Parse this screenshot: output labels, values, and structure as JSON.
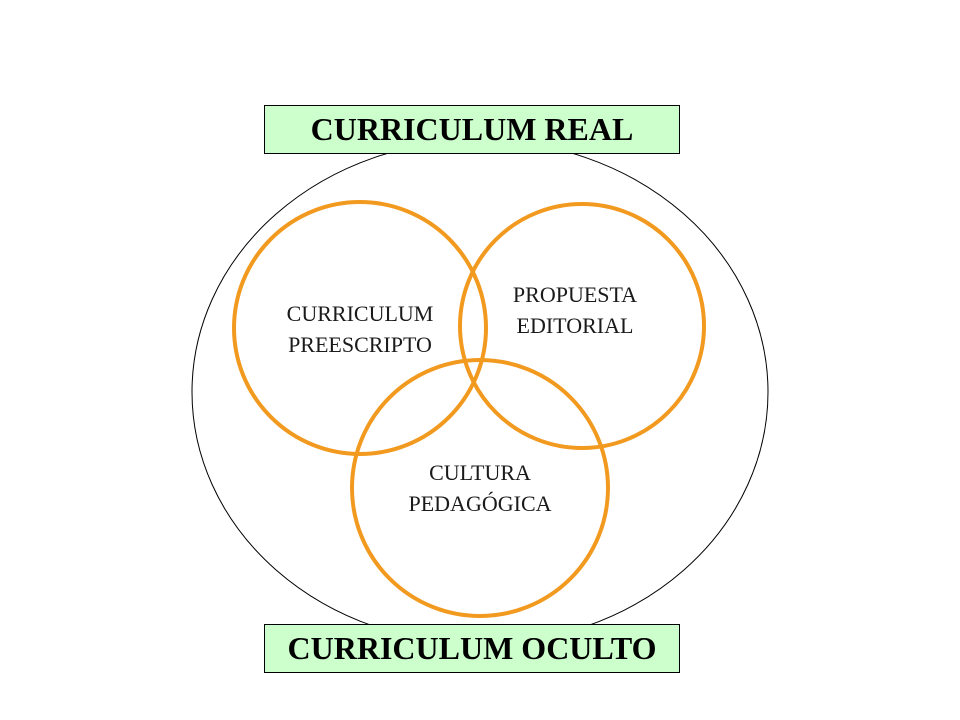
{
  "colors": {
    "ring": "#f29a1f",
    "outer": "#000000",
    "box_fill": "#ccffcc"
  },
  "boxes": {
    "top": "CURRICULUM REAL",
    "bottom": "CURRICULUM OCULTO"
  },
  "circles": {
    "left": {
      "line1": "CURRICULUM",
      "line2": "PREESCRIPTO"
    },
    "right": {
      "line1": "PROPUESTA",
      "line2": "EDITORIAL"
    },
    "bottom": {
      "line1": "CULTURA",
      "line2": "PEDAGÓGICA"
    }
  }
}
